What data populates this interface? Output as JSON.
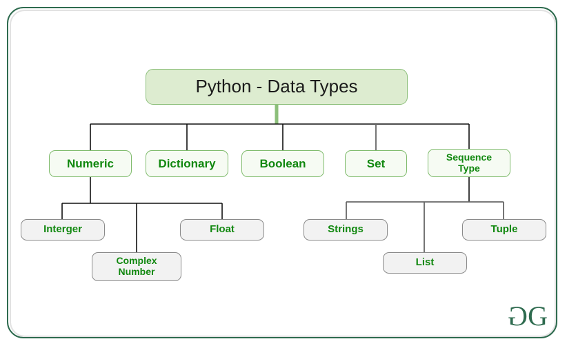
{
  "frame": {
    "border_color": "#2e6b4f",
    "inner_border_color": "#e2e2e2",
    "background": "#ffffff"
  },
  "colors": {
    "root_fill": "#ddecd0",
    "root_border": "#8cbf7a",
    "category_fill": "#f6fbf3",
    "category_border": "#7fbb6c",
    "leaf_fill": "#f2f2f2",
    "leaf_border": "#8a8a8a",
    "label_green": "#11880f",
    "root_text": "#1a1a1a",
    "connector_black": "#111111",
    "connector_green": "#8cbf7a",
    "logo_green": "#2e6b4f"
  },
  "diagram": {
    "type": "tree",
    "title": "Python - Data Types",
    "root": {
      "label": "Python - Data Types"
    },
    "categories": [
      {
        "label": "Numeric"
      },
      {
        "label": "Dictionary"
      },
      {
        "label": "Boolean"
      },
      {
        "label": "Set"
      },
      {
        "label": "Sequence Type",
        "line1": "Sequence",
        "line2": "Type"
      }
    ],
    "numeric_children": [
      {
        "label": "Interger"
      },
      {
        "label": "Complex Number",
        "line1": "Complex",
        "line2": "Number"
      },
      {
        "label": "Float"
      }
    ],
    "sequence_children": [
      {
        "label": "Strings"
      },
      {
        "label": "List"
      },
      {
        "label": "Tuple"
      }
    ]
  },
  "logo": {
    "left_glyph": "G",
    "right_glyph": "G",
    "name": "geeksforgeeks-logo"
  }
}
